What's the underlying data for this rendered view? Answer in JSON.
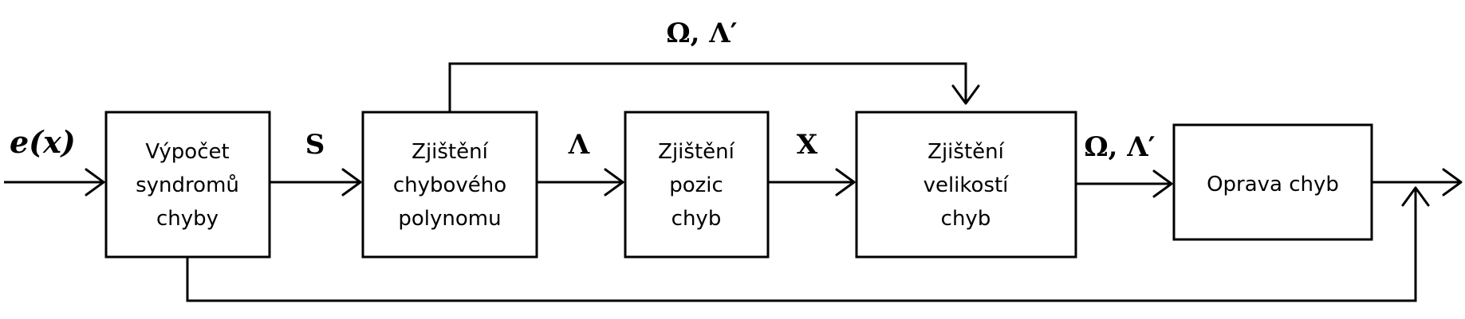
{
  "input_label": "e(x)",
  "blocks": {
    "syndrome": [
      "Výpočet",
      "syndromů",
      "chyby"
    ],
    "error_polynomial": [
      "Zjištění",
      "chybového",
      "polynomu"
    ],
    "error_positions": [
      "Zjištění",
      "pozic",
      "chyb"
    ],
    "error_magnitudes": [
      "Zjištění",
      "velikostí",
      "chyb"
    ],
    "error_correction": [
      "Oprava chyb"
    ]
  },
  "signals": {
    "s": "S",
    "lambda": "Λ",
    "x": "X",
    "omega_lambda_top": "Ω, Λ′",
    "omega_lambda_right": "Ω, Λ′"
  }
}
